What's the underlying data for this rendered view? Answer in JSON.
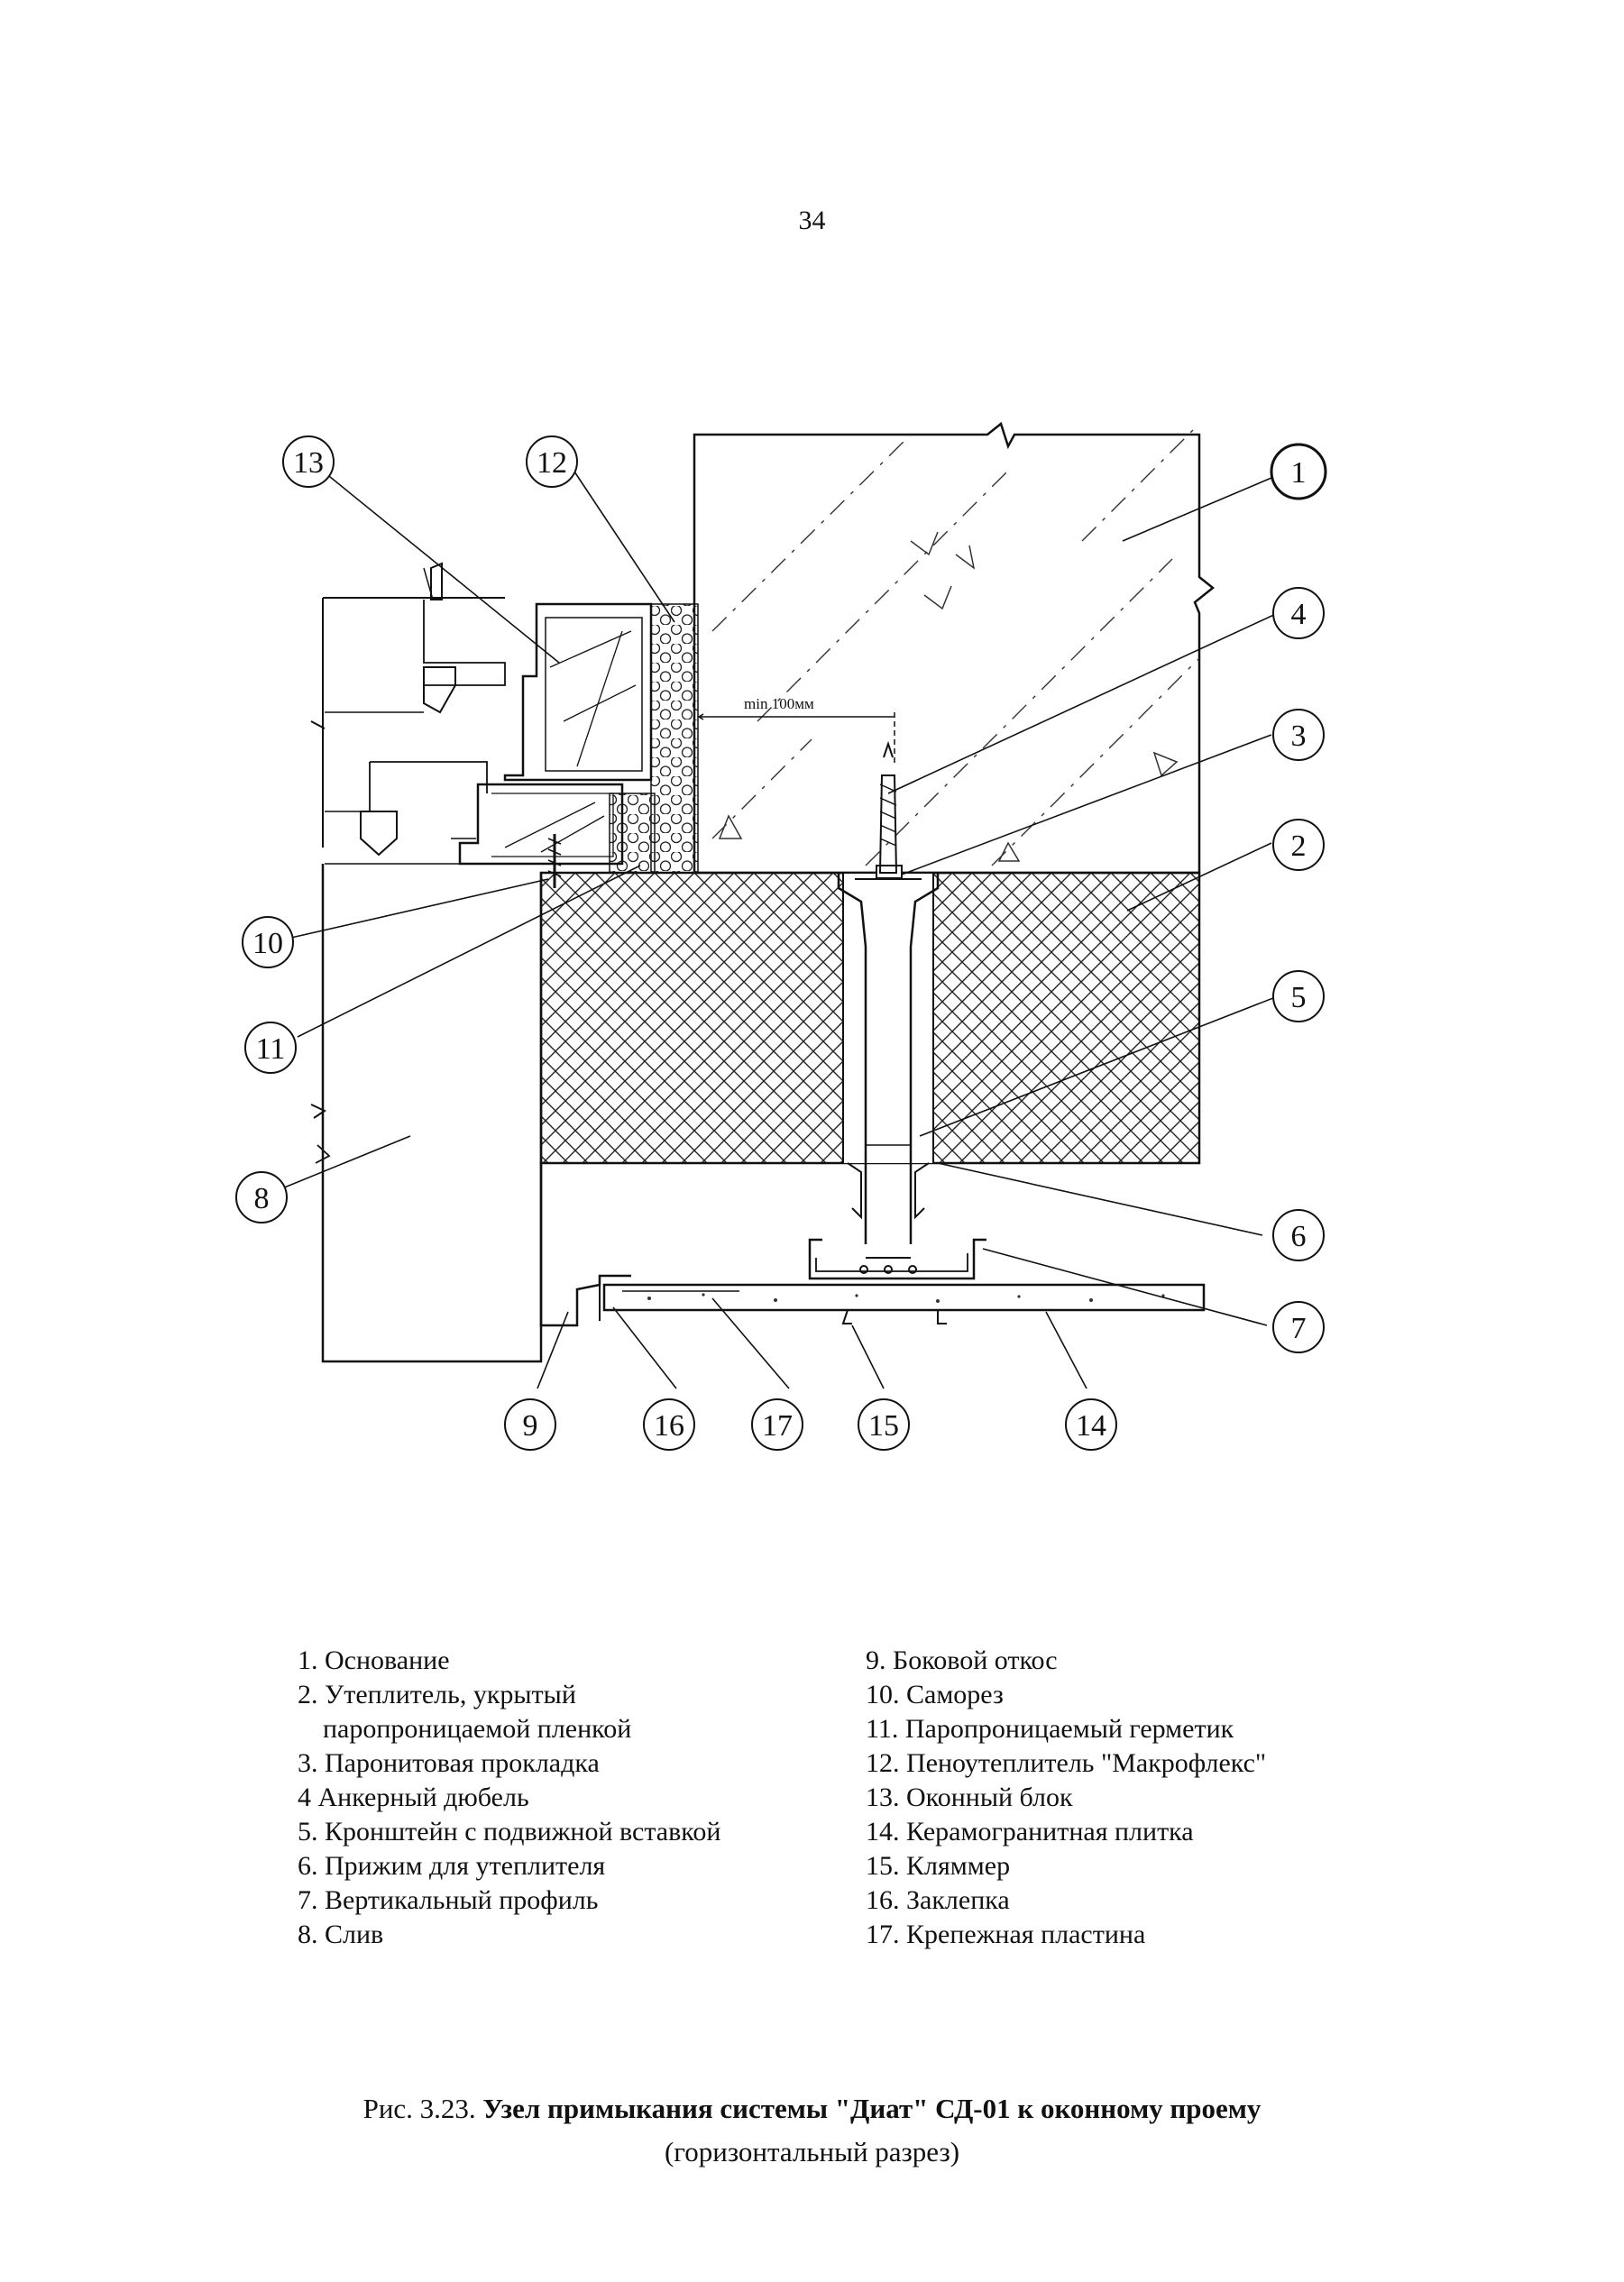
{
  "page_number": "34",
  "diagram": {
    "dimension_label": "min 100мм",
    "callouts": [
      "1",
      "2",
      "3",
      "4",
      "5",
      "6",
      "7",
      "8",
      "9",
      "10",
      "11",
      "12",
      "13",
      "14",
      "15",
      "16",
      "17"
    ]
  },
  "legend": {
    "left": [
      {
        "text": "1. Основание"
      },
      {
        "text": "2. Утеплитель, укрытый"
      },
      {
        "text": "паропроницаемой пленкой",
        "indent": true
      },
      {
        "text": "3. Паронитовая прокладка"
      },
      {
        "text": "4  Анкерный дюбель"
      },
      {
        "text": "5. Кронштейн с подвижной вставкой"
      },
      {
        "text": "6. Прижим для утеплителя"
      },
      {
        "text": "7. Вертикальный профиль"
      },
      {
        "text": "8. Слив"
      }
    ],
    "right": [
      {
        "text": "9. Боковой откос"
      },
      {
        "text": "10. Саморез"
      },
      {
        "text": "11. Паропроницаемый герметик"
      },
      {
        "text": "12. Пеноутеплитель \"Макрофлекс\""
      },
      {
        "text": "13. Оконный блок"
      },
      {
        "text": "14. Керамогранитная плитка"
      },
      {
        "text": "15. Кляммер"
      },
      {
        "text": "16. Заклепка"
      },
      {
        "text": "17. Крепежная пластина"
      }
    ]
  },
  "caption": {
    "prefix": "Рис. 3.23.",
    "title": "Узел примыкания системы \"Диат\" СД-01 к оконному проему",
    "subtitle": "(горизонтальный разрез)"
  }
}
